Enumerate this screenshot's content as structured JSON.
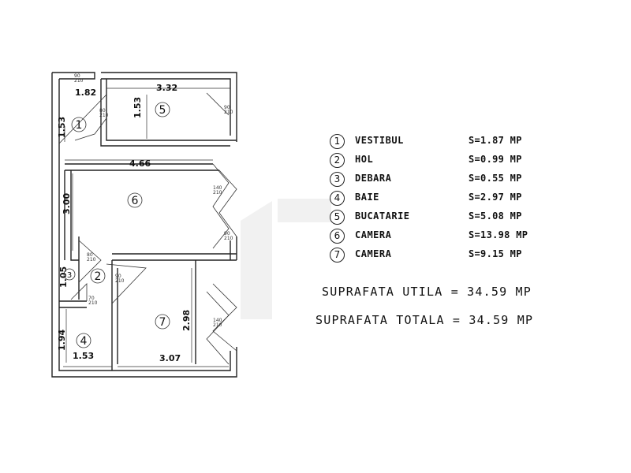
{
  "plan": {
    "dimensions": [
      "3.32",
      "1.53",
      "4.66",
      "3.00",
      "2.98",
      "1.94",
      "1.53",
      "3.07",
      "1.82",
      "1.53",
      "1.05"
    ],
    "room_numbers": [
      "1",
      "2",
      "3",
      "4",
      "5",
      "6",
      "7"
    ],
    "door_labels": [
      "90 210",
      "80 210",
      "90 210",
      "140 210",
      "90 210",
      "80 210",
      "90 210",
      "70 210",
      "140 210"
    ]
  },
  "legend": {
    "rooms": [
      {
        "num": "1",
        "name": "VESTIBUL",
        "area": "S=1.87 MP"
      },
      {
        "num": "2",
        "name": "HOL",
        "area": "S=0.99 MP"
      },
      {
        "num": "3",
        "name": "DEBARA",
        "area": "S=0.55 MP"
      },
      {
        "num": "4",
        "name": "BAIE",
        "area": "S=2.97 MP"
      },
      {
        "num": "5",
        "name": "BUCATARIE",
        "area": "S=5.08 MP"
      },
      {
        "num": "6",
        "name": "CAMERA",
        "area": "S=13.98 MP"
      },
      {
        "num": "7",
        "name": "CAMERA",
        "area": "S=9.15 MP"
      }
    ],
    "suprafata_utila": "SUPRAFATA UTILA = 34.59 MP",
    "suprafata_totala": "SUPRAFATA TOTALA = 34.59 MP"
  }
}
